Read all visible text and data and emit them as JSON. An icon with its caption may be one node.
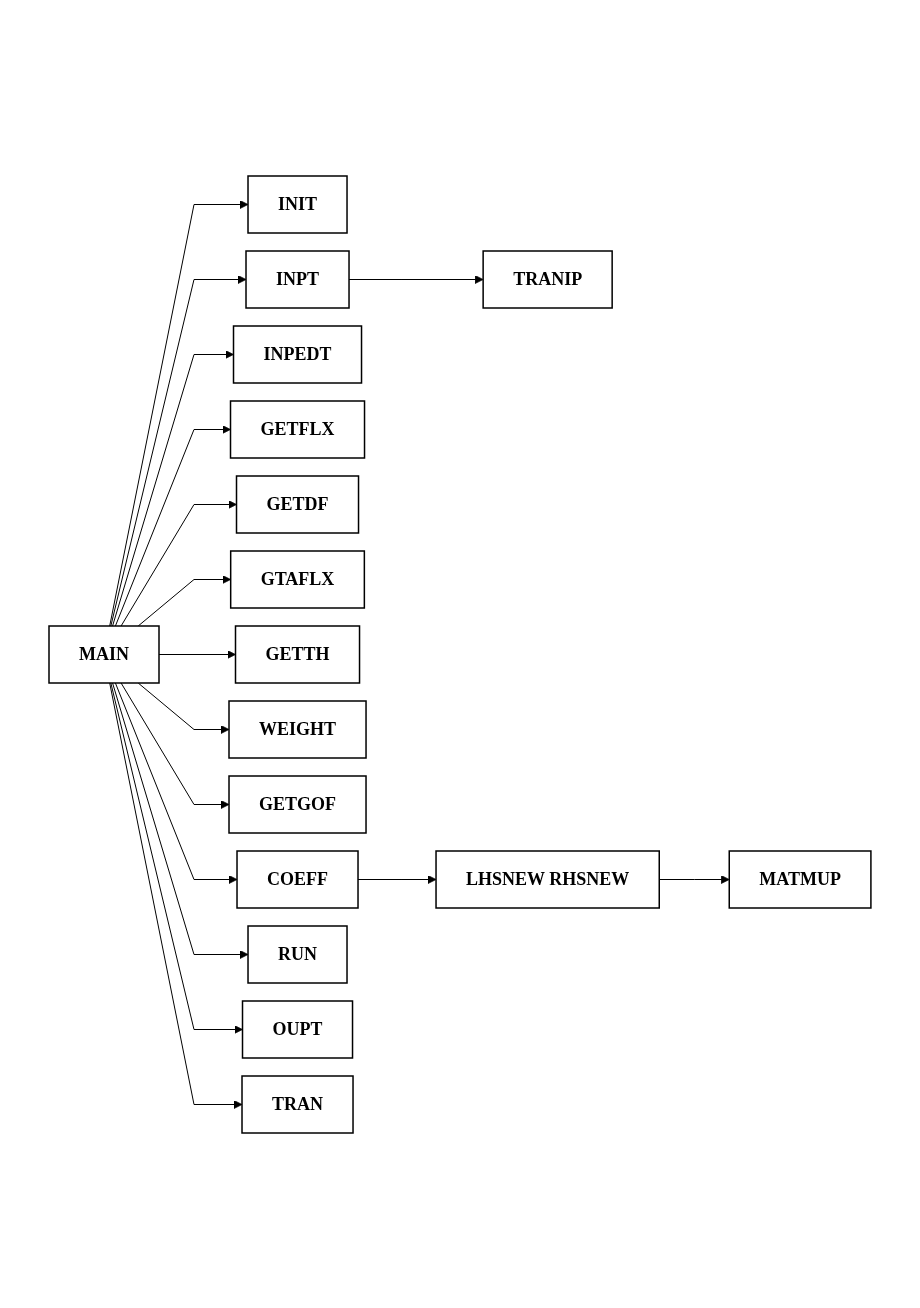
{
  "diagram": {
    "nodes": [
      {
        "text": [
          "MAIN"
        ]
      },
      {
        "text": [
          "INIT"
        ]
      },
      {
        "text": [
          "INPT"
        ]
      },
      {
        "text": [
          "TRANIP"
        ]
      },
      {
        "text": [
          "INPEDT"
        ]
      },
      {
        "text": [
          "GETFLX"
        ]
      },
      {
        "text": [
          "GETDF"
        ]
      },
      {
        "text": [
          "GTAFLX"
        ]
      },
      {
        "text": [
          "GETTH"
        ]
      },
      {
        "text": [
          "WEIGHT"
        ]
      },
      {
        "text": [
          "GETGOF"
        ]
      },
      {
        "text": [
          "COEFF"
        ]
      },
      {
        "text": [
          "LHSNEW RHSNEW"
        ]
      },
      {
        "text": [
          "MATMUP"
        ]
      },
      {
        "text": [
          "RUN"
        ]
      },
      {
        "text": [
          "OUPT"
        ]
      },
      {
        "text": [
          "TRAN"
        ]
      }
    ],
    "edges": [
      {
        "from": 0,
        "to": 1,
        "arrow": "to"
      },
      {
        "from": 0,
        "to": 2,
        "arrow": "to"
      },
      {
        "from": 2,
        "to": 3,
        "arrow": "to"
      },
      {
        "from": 0,
        "to": 4,
        "arrow": "to"
      },
      {
        "from": 0,
        "to": 5,
        "arrow": "to"
      },
      {
        "from": 0,
        "to": 6,
        "arrow": "to"
      },
      {
        "from": 0,
        "to": 7,
        "arrow": "to"
      },
      {
        "from": 0,
        "to": 8,
        "arrow": "to"
      },
      {
        "from": 0,
        "to": 9,
        "arrow": "to"
      },
      {
        "from": 0,
        "to": 10,
        "arrow": "to"
      },
      {
        "from": 0,
        "to": 11,
        "arrow": "to"
      },
      {
        "from": 11,
        "to": 12,
        "arrow": "to"
      },
      {
        "from": 12,
        "to": 13,
        "arrow": "to"
      },
      {
        "from": 0,
        "to": 14,
        "arrow": "to"
      },
      {
        "from": 0,
        "to": 15,
        "arrow": "to"
      },
      {
        "from": 0,
        "to": 16,
        "arrow": "to"
      }
    ]
  }
}
